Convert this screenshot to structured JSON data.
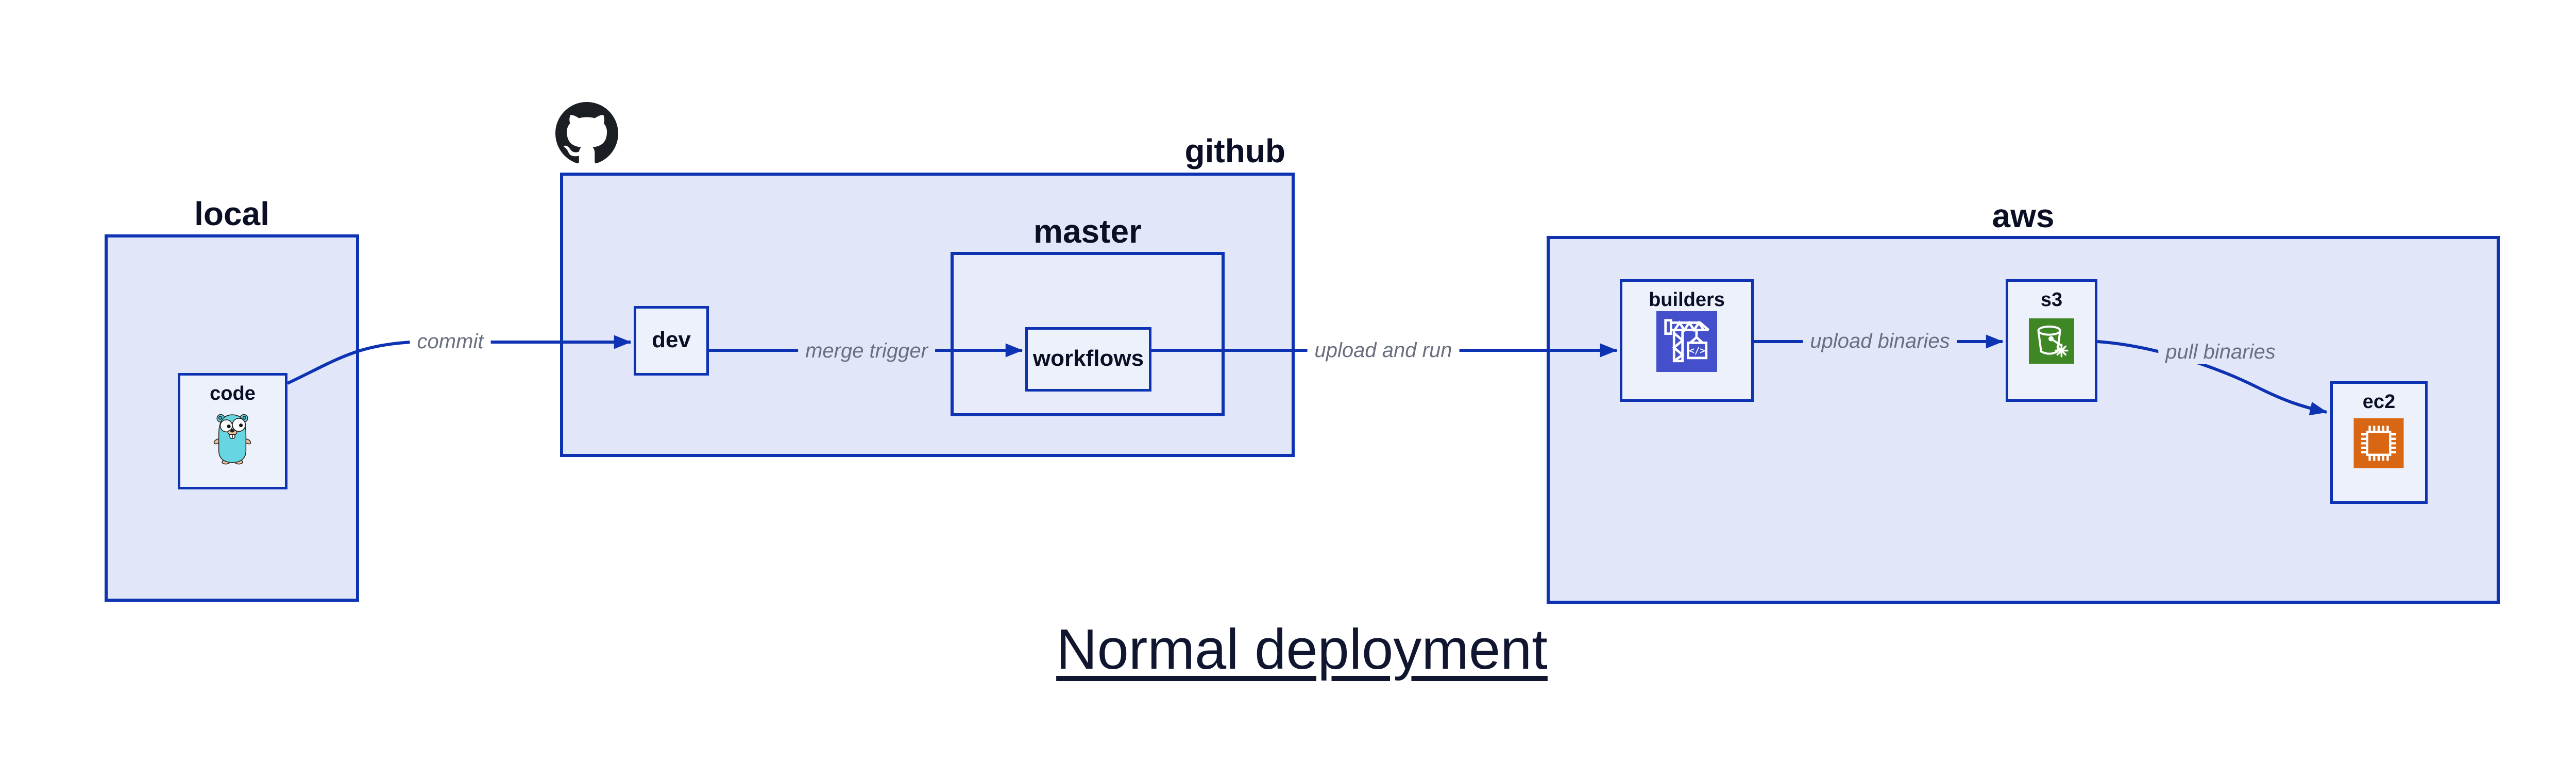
{
  "diagram": {
    "title": "Normal deployment",
    "containers": {
      "local": {
        "label": "local"
      },
      "github": {
        "label": "github"
      },
      "master": {
        "label": "master"
      },
      "aws": {
        "label": "aws"
      }
    },
    "nodes": {
      "code": {
        "label": "code"
      },
      "dev": {
        "label": "dev"
      },
      "workflows": {
        "label": "workflows"
      },
      "builders": {
        "label": "builders"
      },
      "s3": {
        "label": "s3"
      },
      "ec2": {
        "label": "ec2"
      }
    },
    "edges": {
      "commit": {
        "label": "commit"
      },
      "merge_trigger": {
        "label": "merge trigger"
      },
      "upload_and_run": {
        "label": "upload and run"
      },
      "upload_binaries": {
        "label": "upload binaries"
      },
      "pull_binaries": {
        "label": "pull binaries"
      }
    },
    "icons": {
      "github_logo": "github-octocat-mark",
      "code_icon": "go-gopher",
      "builders_icon": "aws-codebuild-crane",
      "s3_icon": "aws-s3-glacier-bucket-snowflake",
      "ec2_icon": "aws-ec2-chip"
    }
  },
  "colors": {
    "stroke": "#0D32B2",
    "container_fill": "#E1E6F9",
    "node_fill": "#EDF1FC",
    "label": "#0A0F25",
    "edge_label": "#6A6F7F",
    "title_color": "#10162F",
    "canvas_bg": "#FFFFFF",
    "github_logo": "#1B1F23",
    "gopher_body": "#66D6E2",
    "gopher_tan": "#EAC39B",
    "codebuild_icon": "#4450CB",
    "s3_icon": "#3F8624",
    "ec2_icon": "#D86613"
  }
}
